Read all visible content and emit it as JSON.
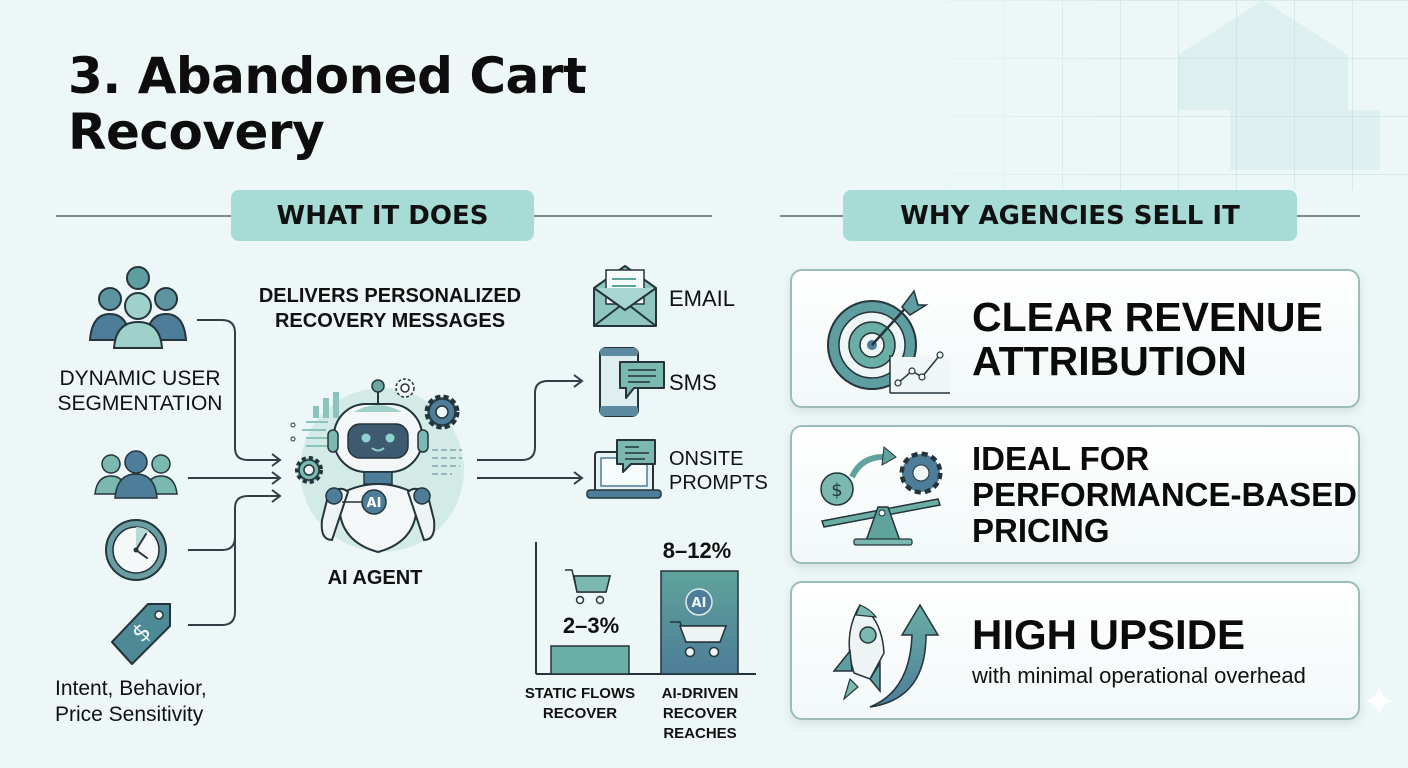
{
  "title": "3. Abandoned Cart Recovery",
  "title_lines": [
    "3. Abandoned Cart",
    "Recovery"
  ],
  "colors": {
    "background": "#eef7f7",
    "pill": "#a6dbd6",
    "teal_light": "#8fc7c0",
    "teal": "#5fa39c",
    "slate_blue": "#4d7d98",
    "card_border": "#9cbcba",
    "text": "#111111"
  },
  "what_it_does": {
    "heading": "WHAT IT DOES",
    "inputs": [
      {
        "icon": "user-group-icon",
        "label": "DYNAMIC USER SEGMENTATION",
        "label_lines": [
          "DYNAMIC USER",
          "SEGMENTATION"
        ]
      },
      {
        "icon": "users-icon",
        "label": ""
      },
      {
        "icon": "clock-icon",
        "label": ""
      },
      {
        "icon": "price-tag-icon",
        "label": "Intent, Behavior, Price Sensitivity",
        "label_lines": [
          "Intent, Behavior,",
          "Price Sensitivity"
        ]
      }
    ],
    "agent": {
      "heading_lines": [
        "DELIVERS PERSONALIZED",
        "RECOVERY MESSAGES"
      ],
      "badge": "AI",
      "label": "AI AGENT"
    },
    "channels": [
      {
        "icon": "email-icon",
        "label": "EMAIL",
        "label_lines": [
          "EMAIL"
        ]
      },
      {
        "icon": "sms-icon",
        "label": "SMS",
        "label_lines": [
          "SMS"
        ]
      },
      {
        "icon": "onsite-prompt-icon",
        "label": "ONSITE PROMPTS",
        "label_lines": [
          "ONSITE",
          "PROMPTS"
        ]
      }
    ]
  },
  "chart_data": {
    "type": "bar",
    "title": "",
    "categories": [
      "STATIC FLOWS RECOVER",
      "AI-DRIVEN RECOVER REACHES"
    ],
    "category_lines": [
      [
        "STATIC FLOWS",
        "RECOVER"
      ],
      [
        "AI-DRIVEN",
        "RECOVER",
        "REACHES"
      ]
    ],
    "values": [
      2.5,
      10
    ],
    "value_labels": [
      "2–3%",
      "8–12%"
    ],
    "ranges": [
      [
        2,
        3
      ],
      [
        8,
        12
      ]
    ],
    "xlabel": "",
    "ylabel": "",
    "grid": false,
    "legend": null
  },
  "why_agencies_sell": {
    "heading": "WHY AGENCIES SELL IT",
    "cards": [
      {
        "icon": "target-chart-icon",
        "title_lines": [
          "CLEAR REVENUE",
          "ATTRIBUTION"
        ],
        "subtitle": ""
      },
      {
        "icon": "dollar-seesaw-gear-icon",
        "title_lines": [
          "IDEAL FOR",
          "PERFORMANCE-BASED",
          "PRICING"
        ],
        "subtitle": ""
      },
      {
        "icon": "rocket-arrow-icon",
        "title_lines": [
          "HIGH UPSIDE"
        ],
        "subtitle": "with minimal operational overhead"
      }
    ]
  }
}
